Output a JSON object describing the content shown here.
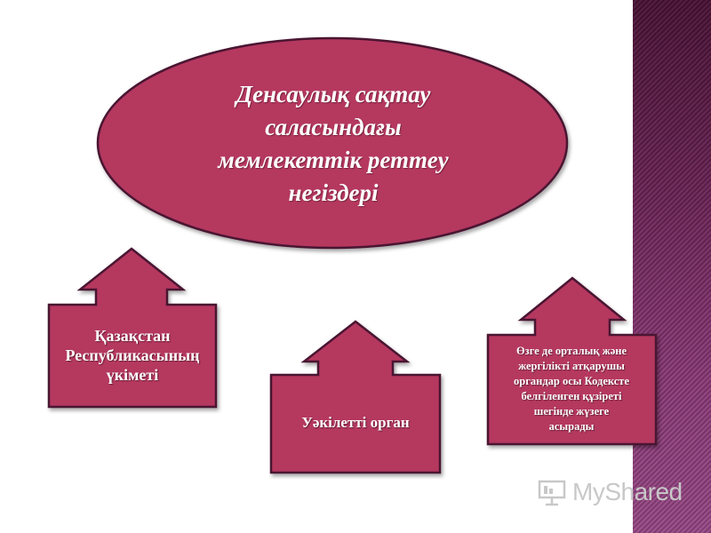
{
  "diagram": {
    "central": {
      "lines": [
        "Денсаулық сақтау",
        "саласындағы",
        "мемлекеттік реттеу",
        "негіздері"
      ]
    },
    "nodes": [
      {
        "id": "left",
        "lines": [
          "Қазақстан",
          "Республикасының",
          "үкіметі"
        ]
      },
      {
        "id": "middle",
        "lines": [
          "Уәкілетті орган"
        ]
      },
      {
        "id": "right",
        "lines": [
          "Өзге де орталық және",
          "жергілікті атқарушы",
          "органдар осы Кодексте",
          "белгіленген құзіреті",
          "шегінде жүзеге",
          "асырады"
        ]
      }
    ],
    "colors": {
      "shape_fill": "#b5375f",
      "shape_border": "#4a1230",
      "text": "#ffffff",
      "stripe_dark": "#4a1236",
      "stripe_light": "#9a4a88"
    }
  },
  "watermark": {
    "text": "MyShared",
    "icon": "presentation-board-icon"
  }
}
